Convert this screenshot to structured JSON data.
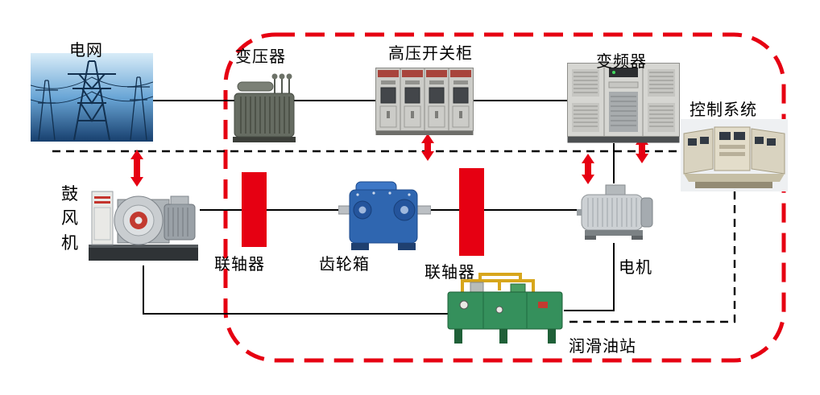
{
  "diagram": {
    "type": "equipment-flow-diagram",
    "colors": {
      "boundary_red": "#e60012",
      "coupling_red": "#e60012",
      "line_black": "#000000"
    },
    "nodes": {
      "grid": {
        "label": "电网",
        "icon": "power-grid-photo"
      },
      "transformer": {
        "label": "变压器",
        "icon": "oil-transformer-photo"
      },
      "switchgear": {
        "label": "高压开关柜",
        "icon": "hv-switchgear-photo"
      },
      "vfd": {
        "label": "变频器",
        "icon": "frequency-converter-photo"
      },
      "control_system": {
        "label": "控制系统",
        "icon": "control-console-photo"
      },
      "blower": {
        "label": "鼓风机",
        "icon": "blower-photo"
      },
      "coupling_left": {
        "label": "联轴器",
        "icon": "red-coupling-block"
      },
      "gearbox": {
        "label": "齿轮箱",
        "icon": "gearbox-photo"
      },
      "coupling_right": {
        "label": "联轴器",
        "icon": "red-coupling-block"
      },
      "motor": {
        "label": "电机",
        "icon": "motor-photo"
      },
      "lube_station": {
        "label": "润滑油站",
        "icon": "lube-oil-station-photo"
      }
    }
  }
}
